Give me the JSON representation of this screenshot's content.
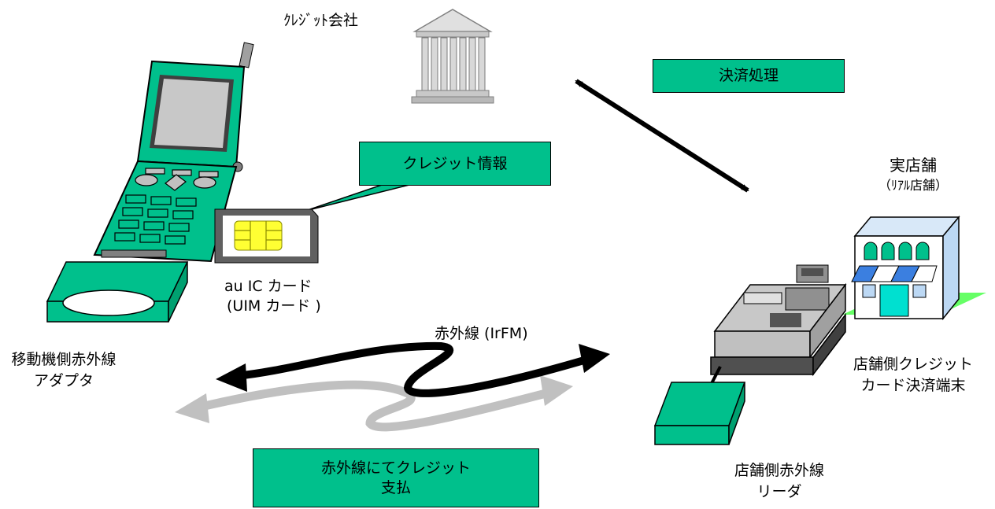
{
  "labels": {
    "credit_company": "ｸﾚｼﾞｯﾄ会社",
    "settlement": "決済処理",
    "credit_info": "クレジット情報",
    "store_title": "実店舗",
    "store_sub": "（ﾘｱﾙ店舗）",
    "card_line1": "au IC カード",
    "card_line2": "(UIM カード )",
    "ir_label": "赤外線 (IrFM)",
    "mobile_adapter_line1": "移動機側赤外線",
    "mobile_adapter_line2": "アダプタ",
    "terminal_line1": "店舗側クレジット",
    "terminal_line2": "カード決済端末",
    "payment_line1": "赤外線にてクレジット",
    "payment_line2": "支払",
    "reader_line1": "店舗側赤外線",
    "reader_line2": "リーダ"
  },
  "colors": {
    "accent_green": "#00c08c",
    "store_roof_blue": "#3b7fe0",
    "store_wall": "#bcd8f4",
    "store_ground": "#66ff66",
    "chip_yellow": "#ffff33",
    "register_grey": "#c0c0c0"
  },
  "icons": [
    "bank-building-icon",
    "flip-phone-icon",
    "ic-card-icon",
    "store-building-icon",
    "cash-register-icon",
    "ir-reader-icon",
    "ir-adapter-icon"
  ]
}
